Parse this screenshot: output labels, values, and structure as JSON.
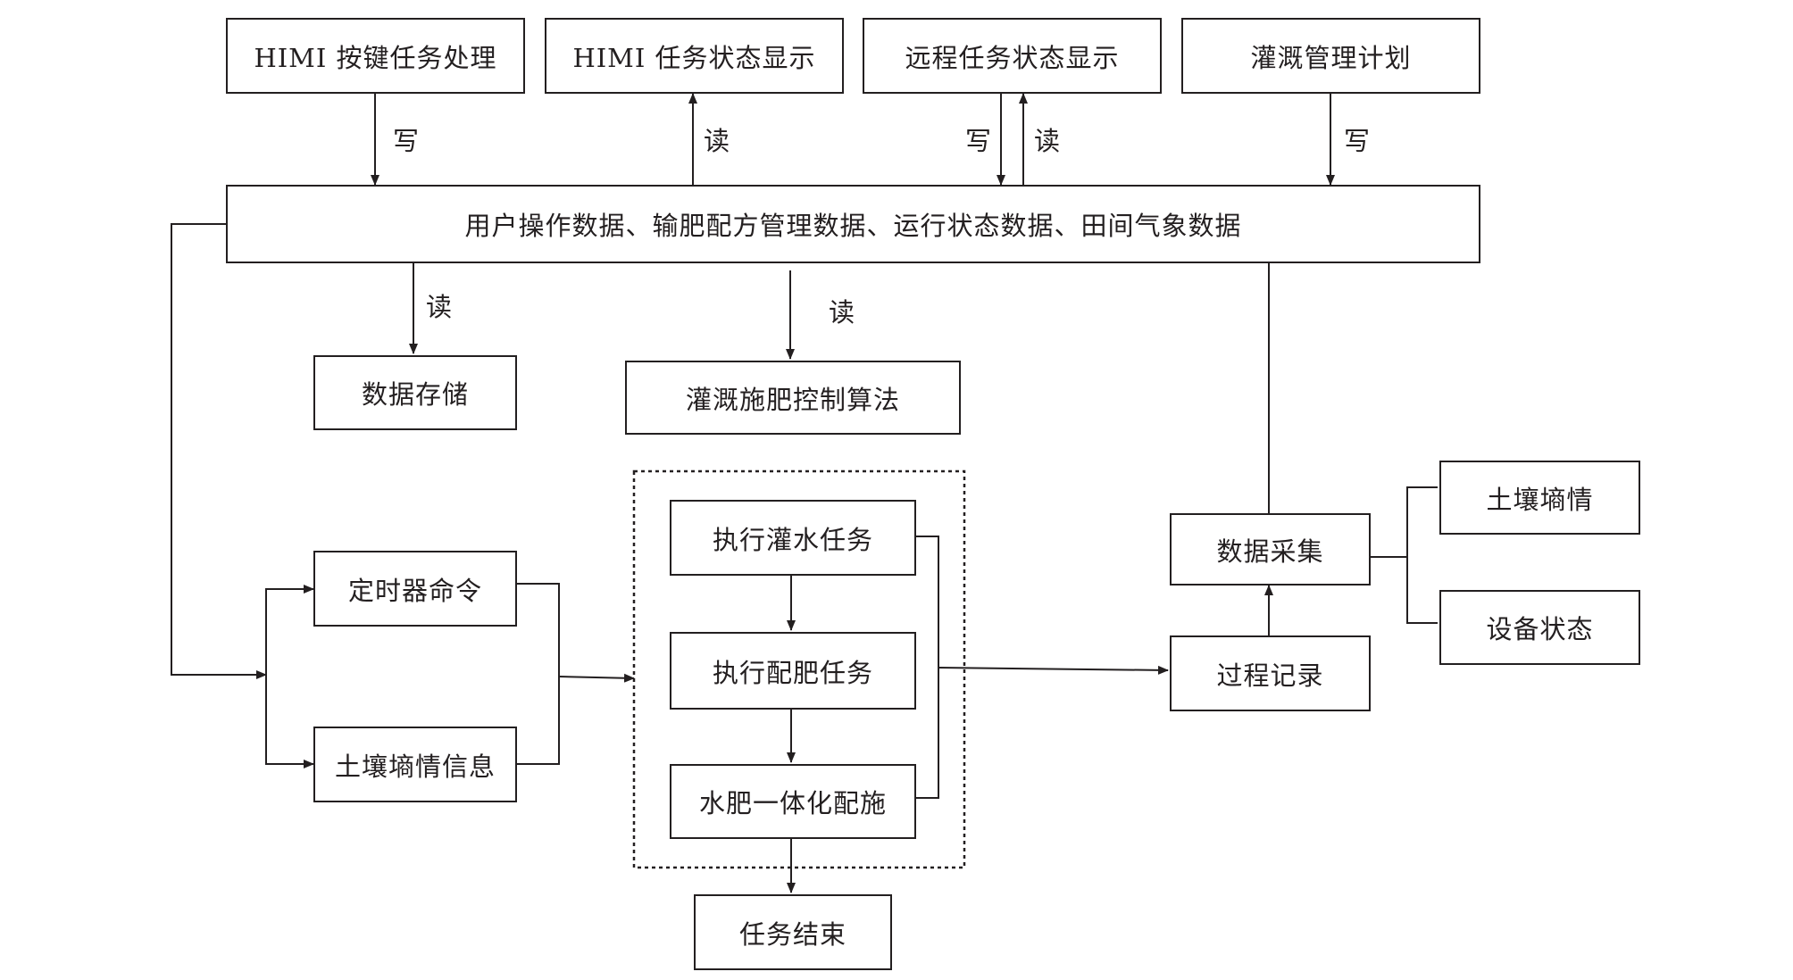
{
  "nodes": {
    "himi_key": "HIMI 按键任务处理",
    "himi_status": "HIMI 任务状态显示",
    "remote_status": "远程任务状态显示",
    "irrigation_plan": "灌溉管理计划",
    "data_bus": "用户操作数据、输肥配方管理数据、运行状态数据、田间气象数据",
    "data_storage": "数据存储",
    "control_algorithm": "灌溉施肥控制算法",
    "timer_command": "定时器命令",
    "soil_moisture_info": "土壤墒情信息",
    "exec_irrigation": "执行灌水任务",
    "exec_fertilizer": "执行配肥任务",
    "water_fert_integration": "水肥一体化配施",
    "task_end": "任务结束",
    "data_acquisition": "数据采集",
    "process_record": "过程记录",
    "soil_moisture": "土壤墒情",
    "device_status": "设备状态"
  },
  "edge_labels": {
    "write": "写",
    "read": "读"
  }
}
